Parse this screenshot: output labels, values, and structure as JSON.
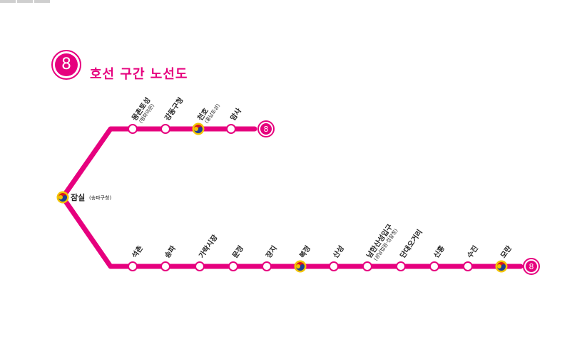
{
  "colors": {
    "line": "#e6007e",
    "text": "#222222",
    "station_fill": "#ffffff"
  },
  "header": {
    "number": "8",
    "title": "호선 구간 노선도"
  },
  "line_number": "8",
  "hub": {
    "name": "잠실",
    "sub": "(송파구청)",
    "transfer": true
  },
  "upper_branch": [
    {
      "name": "몽촌토성",
      "sub": "(평화의문)",
      "transfer": false
    },
    {
      "name": "강동구청",
      "sub": "",
      "transfer": false
    },
    {
      "name": "천호",
      "sub": "(풍납토성)",
      "transfer": true
    },
    {
      "name": "암사",
      "sub": "",
      "transfer": false
    }
  ],
  "lower_branch": [
    {
      "name": "석촌",
      "sub": "",
      "transfer": false
    },
    {
      "name": "송파",
      "sub": "",
      "transfer": false
    },
    {
      "name": "가락시장",
      "sub": "",
      "transfer": false
    },
    {
      "name": "문정",
      "sub": "",
      "transfer": false
    },
    {
      "name": "장지",
      "sub": "",
      "transfer": false
    },
    {
      "name": "복정",
      "sub": "",
      "transfer": true
    },
    {
      "name": "산성",
      "sub": "",
      "transfer": false
    },
    {
      "name": "남한산성입구",
      "sub": "(성남법원·검찰청)",
      "transfer": false
    },
    {
      "name": "단대오거리",
      "sub": "",
      "transfer": false
    },
    {
      "name": "신흥",
      "sub": "",
      "transfer": false
    },
    {
      "name": "수진",
      "sub": "",
      "transfer": false
    },
    {
      "name": "모란",
      "sub": "",
      "transfer": true
    }
  ]
}
